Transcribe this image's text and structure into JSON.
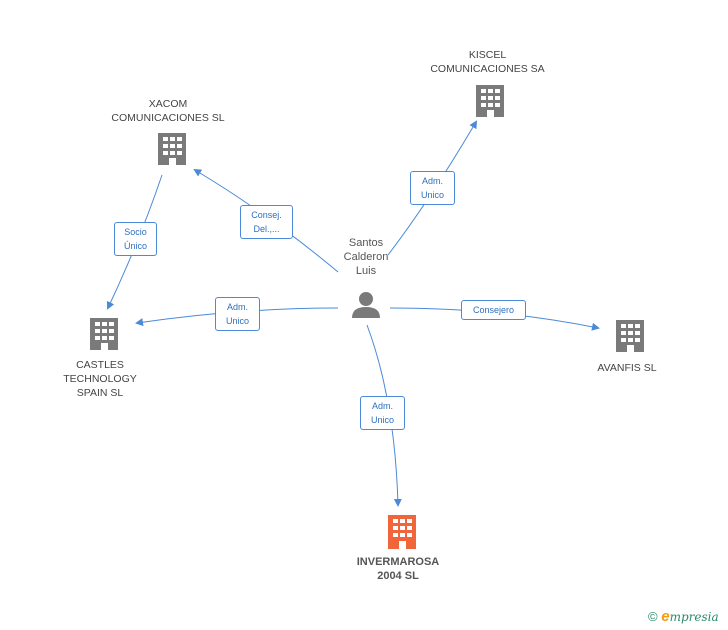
{
  "nodes": {
    "person": {
      "name": "Santos\nCalderon\nLuis"
    },
    "xacom": {
      "name": "XACOM\nCOMUNICACIONES SL"
    },
    "kiscel": {
      "name": "KISCEL\nCOMUNICACIONES SA"
    },
    "castles": {
      "name": "CASTLES\nTECHNOLOGY\nSPAIN SL"
    },
    "avanfis": {
      "name": "AVANFIS SL"
    },
    "invermarosa": {
      "name": "INVERMAROSA\n2004 SL"
    }
  },
  "edges": {
    "socio": "Socio\nÚnico",
    "consej": "Consej.\nDel.,...",
    "adm_kiscel": "Adm.\nUnico",
    "adm_castles": "Adm.\nUnico",
    "consejero": "Consejero",
    "adm_invermarosa": "Adm.\nUnico"
  },
  "colors": {
    "edge": "#4a8ad8",
    "building": "#7a7a7a",
    "main_building": "#f0663a"
  },
  "footer": {
    "copyright": "©",
    "brand_e": "e",
    "brand_rest": "mpresia"
  }
}
